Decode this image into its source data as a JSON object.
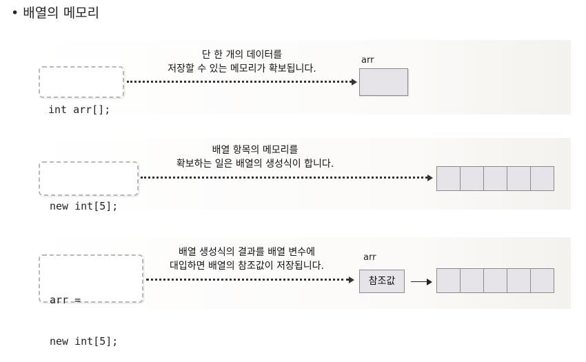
{
  "title": "배열의 메모리",
  "bullet": "•",
  "section1": {
    "code": [
      "int arr[];"
    ],
    "caption": [
      "단 한 개의 데이터를",
      "저장할 수 있는 메모리가 확보됩니다."
    ],
    "var_label": "arr"
  },
  "section2": {
    "code": [
      "new int[5];"
    ],
    "caption": [
      "배열 항목의 메모리를",
      "확보하는 일은 배열의 생성식이 합니다."
    ],
    "cell_count": 5
  },
  "section3": {
    "code": [
      "arr =",
      "new int[5];"
    ],
    "caption": [
      "배열 생성식의 결과를 배열 변수에",
      "대입하면 배열의 참조값이 저장됩니다."
    ],
    "var_label": "arr",
    "ref_value": "참조값",
    "cell_count": 5
  }
}
